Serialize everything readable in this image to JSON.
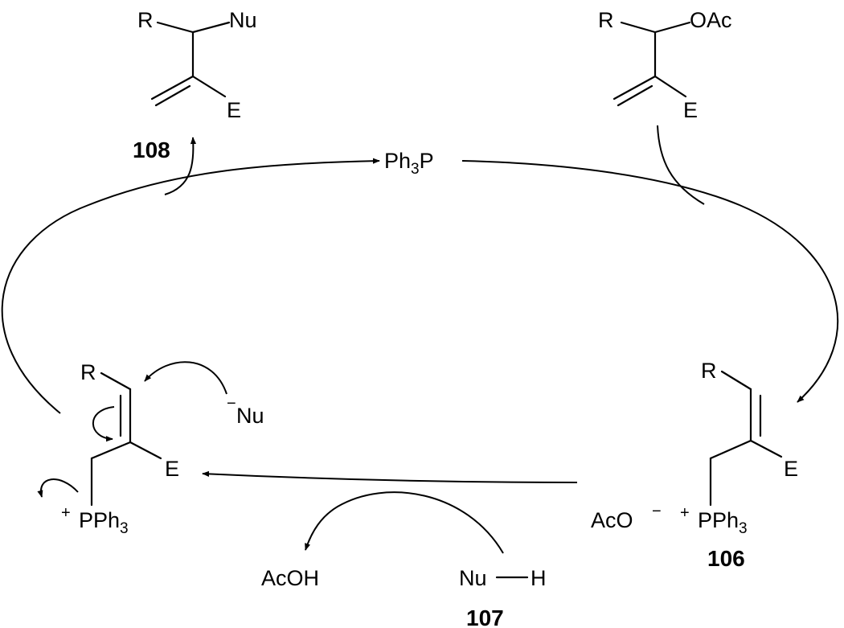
{
  "catalyst": {
    "main": "Ph",
    "sub": "3",
    "tail": "P"
  },
  "compound_108": {
    "number": "108",
    "substituent_r": "R",
    "nucleophile": "Nu",
    "ewg": "E"
  },
  "substrate": {
    "substituent_r": "R",
    "leaving_group": "OAc",
    "ewg": "E"
  },
  "compound_106": {
    "number": "106",
    "substituent_r": "R",
    "ewg": "E",
    "counter_anion": "AcO",
    "anion_charge": "−",
    "cation_charge": "+",
    "phosphonium_main": "PPh",
    "phosphonium_sub": "3"
  },
  "intermediate": {
    "substituent_r": "R",
    "ewg": "E",
    "cation_charge": "+",
    "phosphonium_main": "PPh",
    "phosphonium_sub": "3",
    "attacking_charge": "−",
    "attacking_nucleophile": "Nu"
  },
  "compound_107": {
    "number": "107",
    "formula_left": "Nu",
    "formula_right": "H"
  },
  "byproduct": "AcOH"
}
